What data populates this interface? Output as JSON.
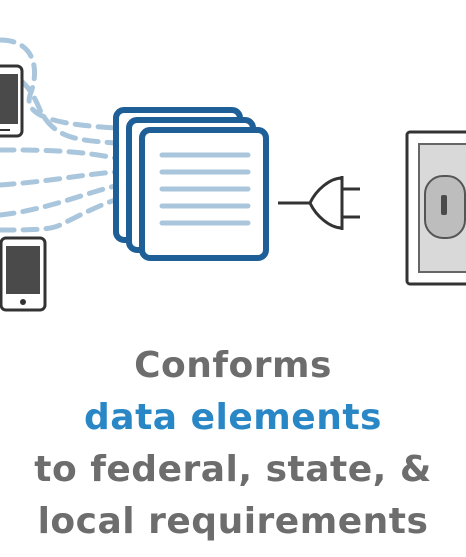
{
  "caption": {
    "line1": "Conforms",
    "line2": "data elements",
    "line3": "to federal, state, &",
    "line4": "local requirements"
  },
  "colors": {
    "doc_blue": "#1f5f98",
    "dash_blue": "#a9c6dd",
    "caption_gray": "#6d6d6d",
    "accent_blue": "#2a87c6"
  },
  "icons": [
    "phone-icon",
    "document-stack-icon",
    "plug-icon",
    "wall-outlet-icon"
  ]
}
